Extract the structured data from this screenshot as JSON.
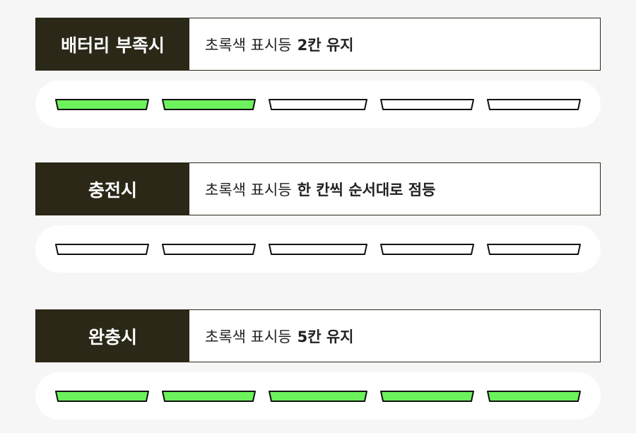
{
  "colors": {
    "header_bg": "#2b2818",
    "segment_on": "#6cf25c",
    "segment_off": "#ffffff",
    "segment_stroke": "#111111",
    "track_bg": "#ffffff",
    "page_bg": "#f6f6f6"
  },
  "sections": [
    {
      "label": "배터리 부족시",
      "desc_plain": "초록색 표시등",
      "desc_bold": "2칸 유지",
      "segments_on": [
        true,
        true,
        false,
        false,
        false
      ]
    },
    {
      "label": "충전시",
      "desc_plain": "초록색 표시등",
      "desc_bold": "한 칸씩 순서대로 점등",
      "segments_on": [
        false,
        false,
        false,
        false,
        false
      ]
    },
    {
      "label": "완충시",
      "desc_plain": "초록색 표시등",
      "desc_bold": "5칸 유지",
      "segments_on": [
        true,
        true,
        true,
        true,
        true
      ]
    }
  ]
}
